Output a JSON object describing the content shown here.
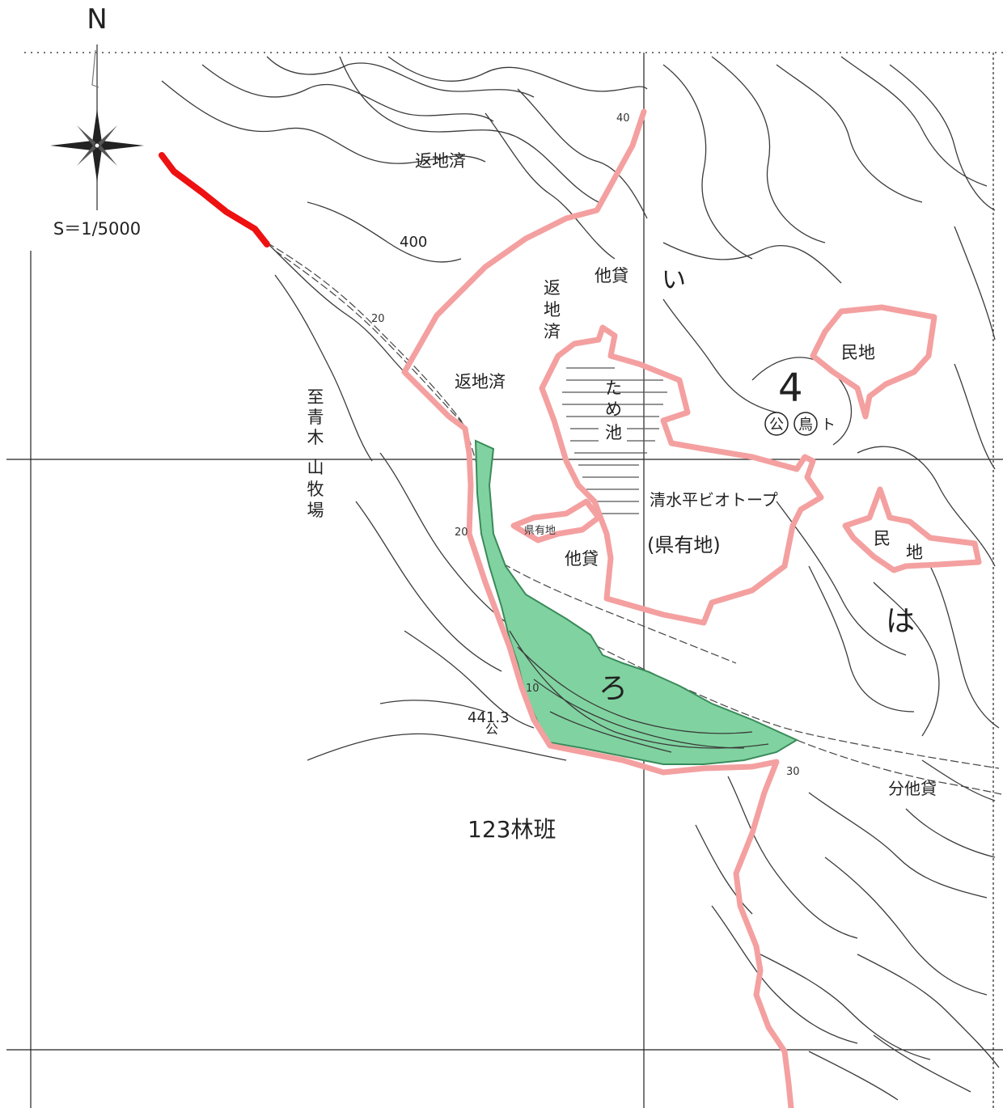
{
  "compass": {
    "north_letter": "N",
    "scale": "S＝1/5000"
  },
  "labels": {
    "henchisai_top": "返地済",
    "henchisai_vertical": [
      "返",
      "地",
      "済"
    ],
    "henchisai_mid": "返地済",
    "takashi_top": "他貸",
    "i_mark": "い",
    "tameike": [
      "た",
      "め",
      "池"
    ],
    "shimizudaira": "清水平ビオトープ",
    "kenyuchi": "(県有地)",
    "kenyuchi_small": "県有地",
    "takashi_mid": "他貸",
    "minchi_top": "民地",
    "four": "4",
    "kou": "公",
    "tori": "鳥",
    "to": "ト",
    "minchi_right": [
      "民",
      "地"
    ],
    "ha_mark": "は",
    "ro_mark": "ろ",
    "road_to": [
      "至",
      "青",
      "木",
      "山",
      "牧",
      "場"
    ],
    "elev_40": "40",
    "elev_400": "400",
    "elev_20a": "20",
    "elev_20b": "20",
    "elev_10": "10",
    "elev_30": "30",
    "spot_height": "441.3",
    "spot_kou": "公",
    "bun_takashi": "分他貸",
    "rinpan": "123林班"
  },
  "colors": {
    "boundary": "#f4a0a0",
    "green_area": "#80d3a0",
    "red_line": "#ee1111"
  }
}
